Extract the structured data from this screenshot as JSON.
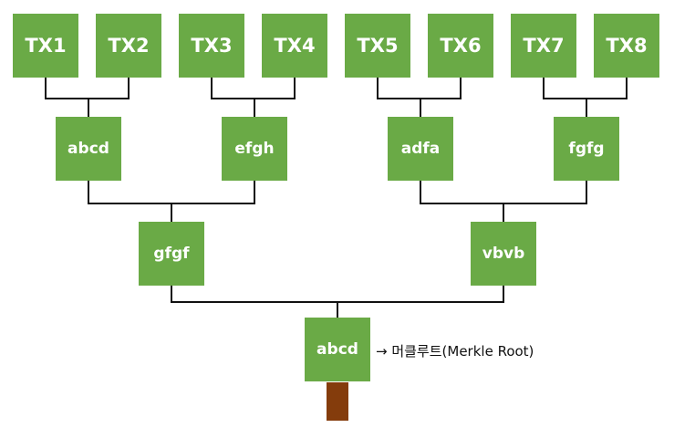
{
  "colors": {
    "node_fill": "#6aaa46",
    "node_text": "#ffffff",
    "edge": "#111111",
    "trunk": "#843c0c"
  },
  "tree": {
    "leaves": [
      {
        "id": "tx1",
        "label": "TX1"
      },
      {
        "id": "tx2",
        "label": "TX2"
      },
      {
        "id": "tx3",
        "label": "TX3"
      },
      {
        "id": "tx4",
        "label": "TX4"
      },
      {
        "id": "tx5",
        "label": "TX5"
      },
      {
        "id": "tx6",
        "label": "TX6"
      },
      {
        "id": "tx7",
        "label": "TX7"
      },
      {
        "id": "tx8",
        "label": "TX8"
      }
    ],
    "level1": [
      {
        "id": "h12",
        "label": "abcd"
      },
      {
        "id": "h34",
        "label": "efgh"
      },
      {
        "id": "h56",
        "label": "adfa"
      },
      {
        "id": "h78",
        "label": "fgfg"
      }
    ],
    "level2": [
      {
        "id": "h1234",
        "label": "gfgf"
      },
      {
        "id": "h5678",
        "label": "vbvb"
      }
    ],
    "root": {
      "id": "root",
      "label": "abcd"
    },
    "root_caption": "→ 머클루트(Merkle Root)"
  }
}
